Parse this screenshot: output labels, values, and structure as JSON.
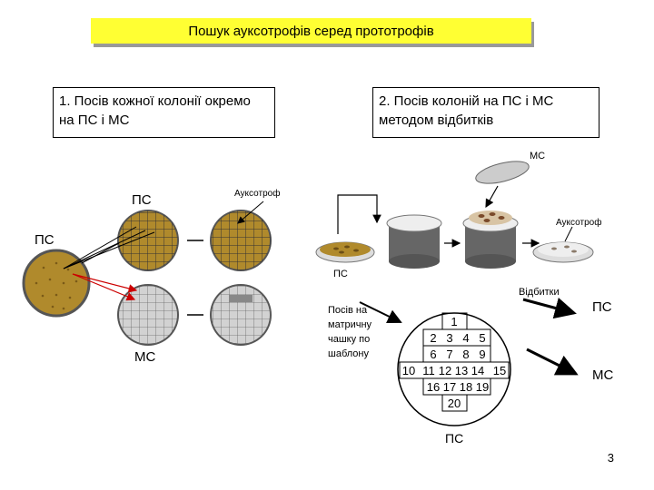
{
  "title": "Пошук ауксотрофів серед прототрофів",
  "step1": "1. Посів кожної колонії окремо на ПС і МС",
  "step2": "2. Посів колоній на ПС і МС методом відбитків",
  "labels": {
    "ps_top": "ПС",
    "ps_left": "ПС",
    "ms_bottom": "МС",
    "auxotroph_left": "Ауксотроф",
    "ms_lid": "МС",
    "auxotroph_right": "Ауксотроф",
    "ps_plate": "ПС",
    "prints": "Відбитки",
    "ps_right": "ПС",
    "ms_right": "МС",
    "ps_template": "ПС",
    "template_note": "Посів на матричну чашку по шаблону"
  },
  "grid": {
    "rows": [
      [
        "1"
      ],
      [
        "2",
        "3",
        "4",
        "5"
      ],
      [
        "6",
        "7",
        "8",
        "9"
      ],
      [
        "10",
        "11",
        "12",
        "13",
        "14",
        "15"
      ],
      [
        "16",
        "17",
        "18",
        "19"
      ],
      [
        "20"
      ]
    ]
  },
  "page_number": "3",
  "colors": {
    "title_bg": "#ffff33",
    "plate_ps": "#b08a2c",
    "plate_ms": "#c8c8c8",
    "arrow_red": "#cc0000"
  }
}
